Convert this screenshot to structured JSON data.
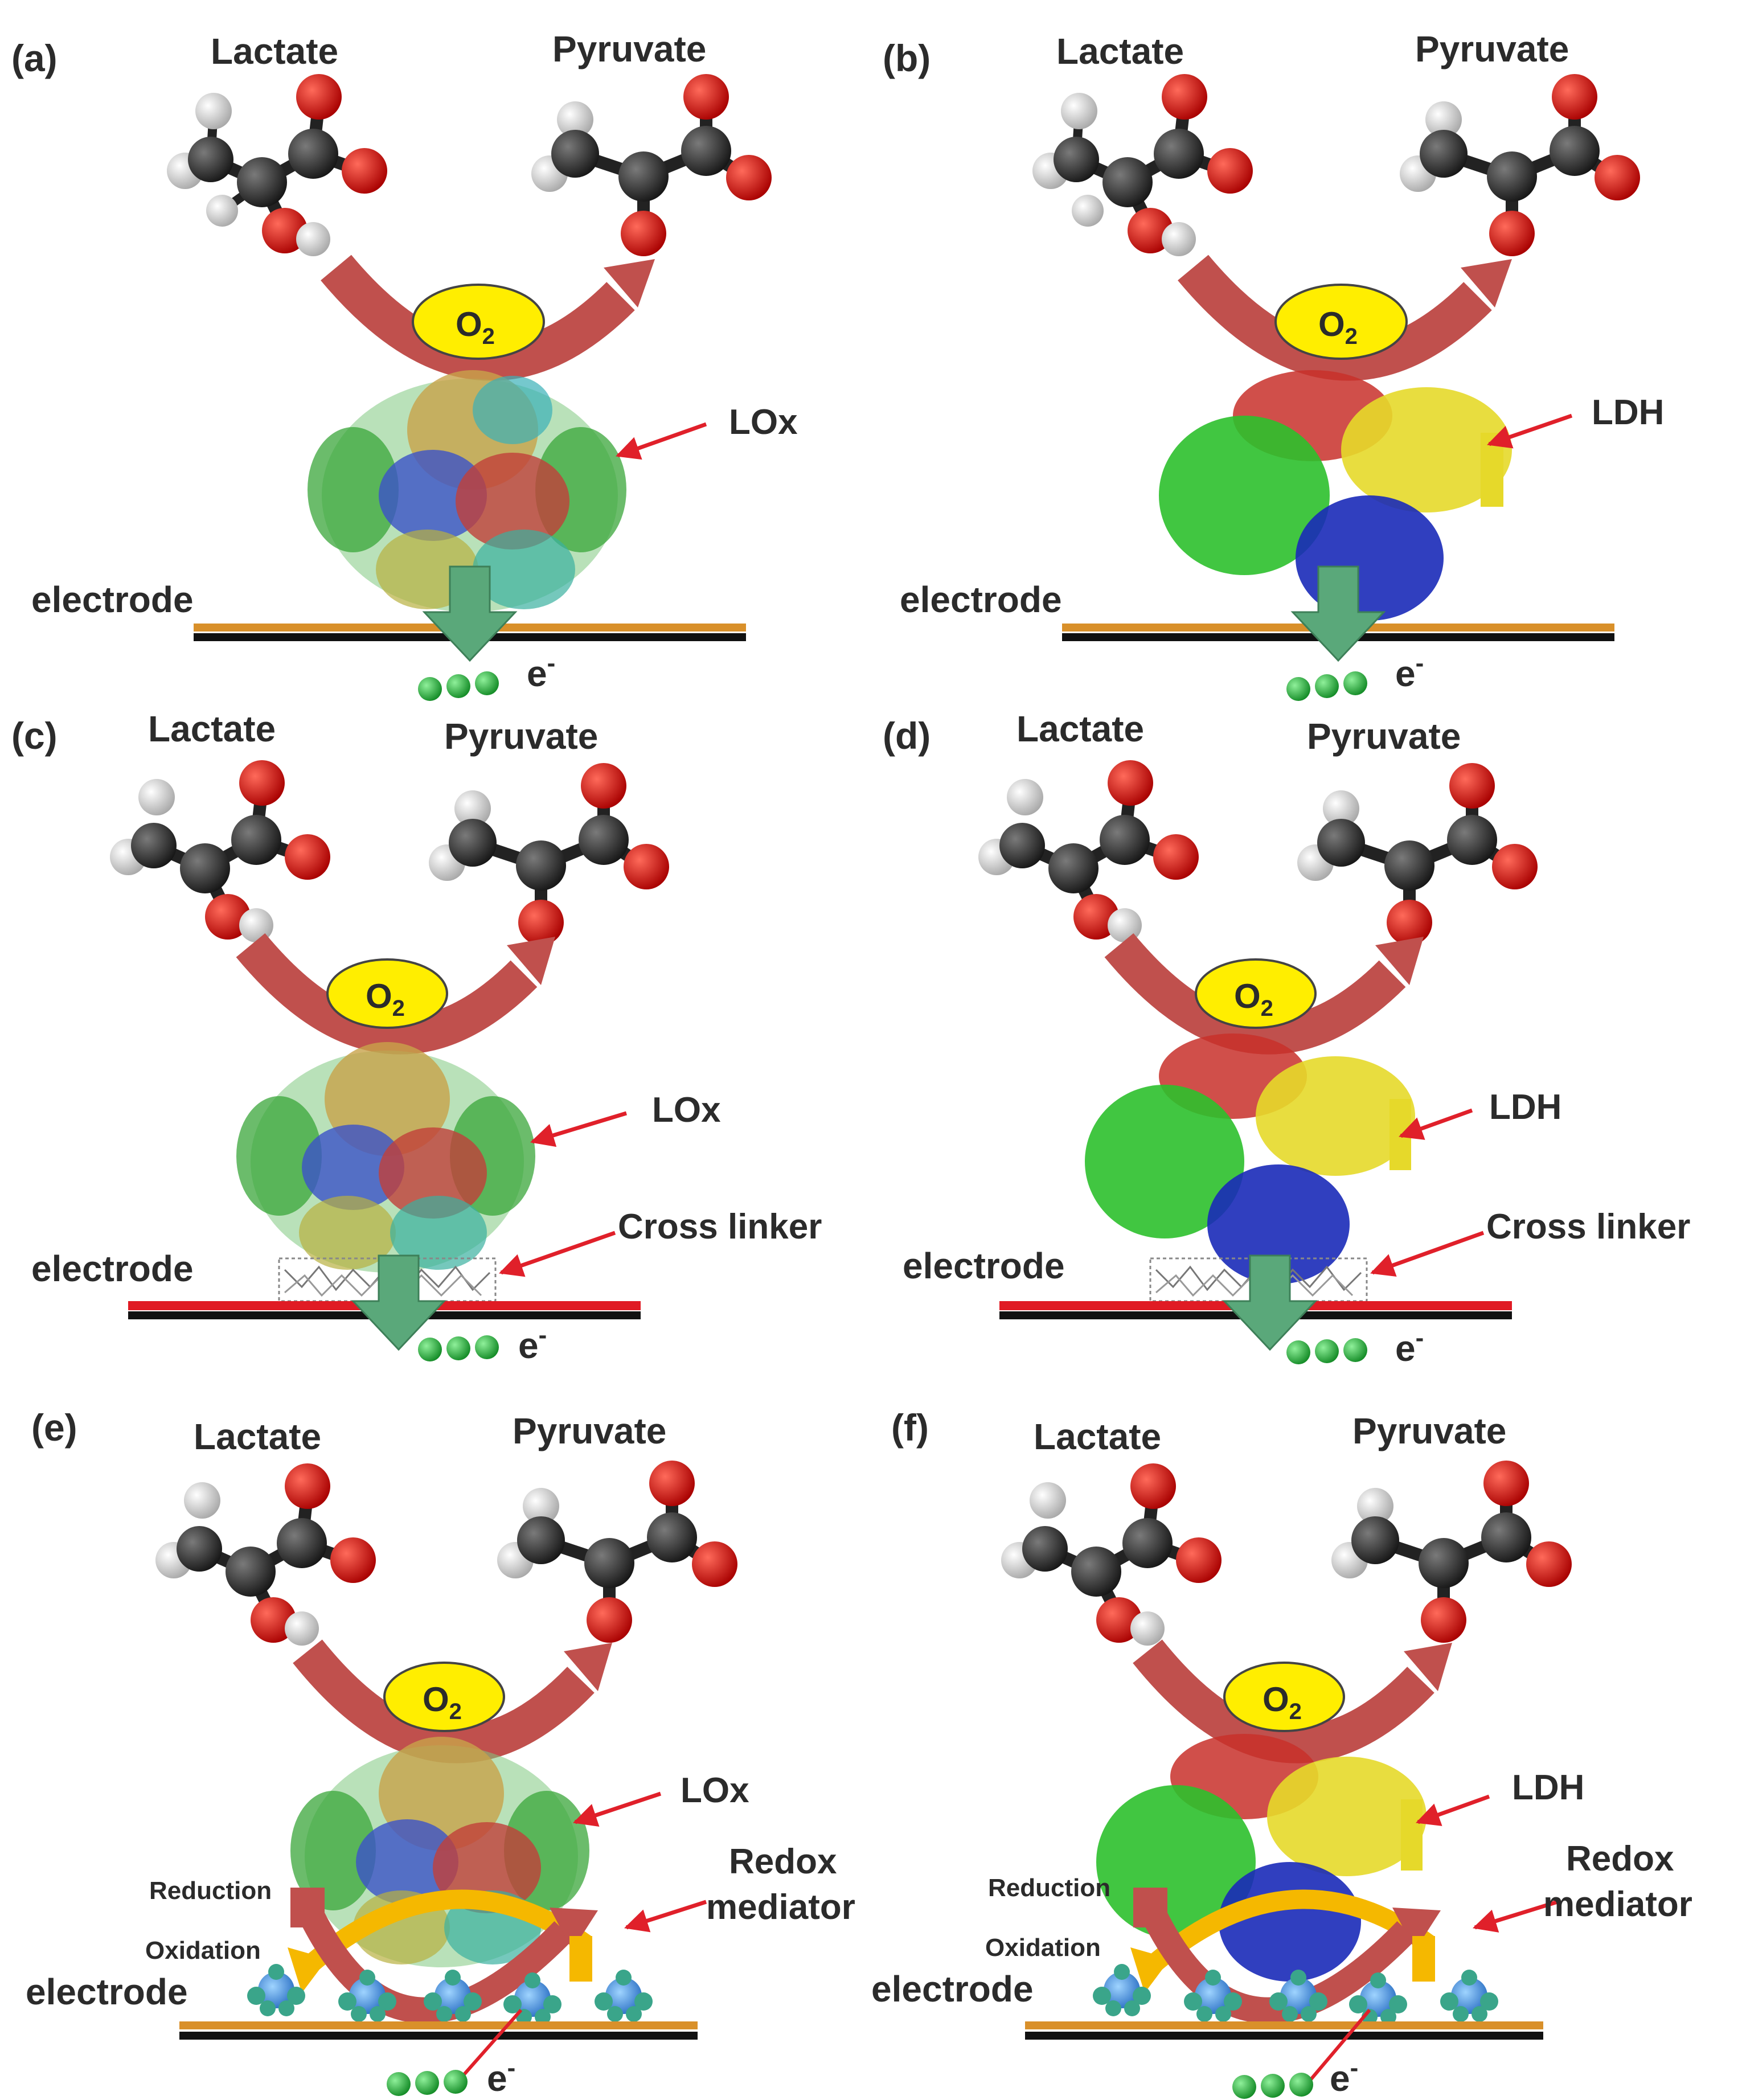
{
  "figure": {
    "panels": [
      {
        "letter": "(a)",
        "substrate": "Lactate",
        "product": "Pyruvate",
        "cofactor": "O",
        "cofactor_sub": "2",
        "enzyme": "LOx",
        "electrode": "electrode",
        "electron": "e",
        "electron_sup": "-",
        "crosslinker": "",
        "reduction": "",
        "oxidation": "",
        "mediator_line1": "",
        "mediator_line2": ""
      },
      {
        "letter": "(b)",
        "substrate": "Lactate",
        "product": "Pyruvate",
        "cofactor": "O",
        "cofactor_sub": "2",
        "enzyme": "LDH",
        "electrode": "electrode",
        "electron": "e",
        "electron_sup": "-",
        "crosslinker": "",
        "reduction": "",
        "oxidation": "",
        "mediator_line1": "",
        "mediator_line2": ""
      },
      {
        "letter": "(c)",
        "substrate": "Lactate",
        "product": "Pyruvate",
        "cofactor": "O",
        "cofactor_sub": "2",
        "enzyme": "LOx",
        "electrode": "electrode",
        "electron": "e",
        "electron_sup": "-",
        "crosslinker": "Cross linker",
        "reduction": "",
        "oxidation": "",
        "mediator_line1": "",
        "mediator_line2": ""
      },
      {
        "letter": "(d)",
        "substrate": "Lactate",
        "product": "Pyruvate",
        "cofactor": "O",
        "cofactor_sub": "2",
        "enzyme": "LDH",
        "electrode": "electrode",
        "electron": "e",
        "electron_sup": "-",
        "crosslinker": "Cross linker",
        "reduction": "",
        "oxidation": "",
        "mediator_line1": "",
        "mediator_line2": ""
      },
      {
        "letter": "(e)",
        "substrate": "Lactate",
        "product": "Pyruvate",
        "cofactor": "O",
        "cofactor_sub": "2",
        "enzyme": "LOx",
        "electrode": "electrode",
        "electron": "e",
        "electron_sup": "-",
        "crosslinker": "",
        "reduction": "Reduction",
        "oxidation": "Oxidation",
        "mediator_line1": "Redox",
        "mediator_line2": "mediator"
      },
      {
        "letter": "(f)",
        "substrate": "Lactate",
        "product": "Pyruvate",
        "cofactor": "O",
        "cofactor_sub": "2",
        "enzyme": "LDH",
        "electrode": "electrode",
        "electron": "e",
        "electron_sup": "-",
        "crosslinker": "",
        "reduction": "Reduction",
        "oxidation": "Oxidation",
        "mediator_line1": "Redox",
        "mediator_line2": "mediator"
      }
    ]
  },
  "colors": {
    "arc_arrow": "#c0504d",
    "o2_fill": "#ffee00",
    "electron": "#22aa33",
    "down_arrow": "#5aa87a",
    "electrode_orange": "#d9902a",
    "electrode_red": "#e01b24",
    "electrode_black": "#111111",
    "mediator_arc": "#f5b800",
    "pointer": "#e0202a"
  }
}
